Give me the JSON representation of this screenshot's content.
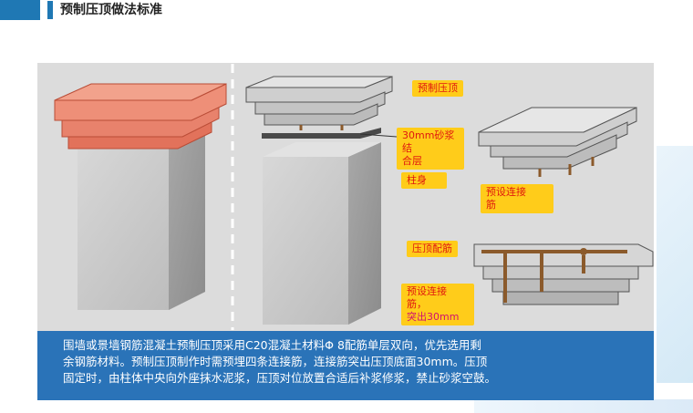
{
  "header": {
    "title": "预制压顶做法标准"
  },
  "labels": {
    "precast_cap": "预制压顶",
    "mortar_line1": "30mm砂浆结",
    "mortar_line2": "合层",
    "column_body": "柱身",
    "embedded_bar_line1": "预设连接",
    "embedded_bar_line2": "筋",
    "cap_rebar": "压顶配筋",
    "bar_protrude_line1": "预设连接",
    "bar_protrude_line2": "筋，",
    "bar_protrude_line3": "突出30mm"
  },
  "caption": {
    "line1": "围墙或景墙钢筋混凝土预制压顶采用C20混凝土材料Φ  8配筋单层双向，优先选用剩",
    "line2": "余钢筋材料。预制压顶制作时需预埋四条连接筋，连接筋突出压顶底面30mm。压顶",
    "line3": "固定时，由柱体中央向外座抹水泥浆，压顶对位放置合适后补浆修浆，禁止砂浆空鼓。"
  },
  "colors": {
    "brand_blue": "#1f78b4",
    "caption_bg": "#2a73b8",
    "label_bg": "#ffcc1a",
    "label_text": "#e0180f",
    "cap_red": "#e2725b",
    "concrete": "#c8c8c8",
    "rebar": "#8b5a2b"
  }
}
